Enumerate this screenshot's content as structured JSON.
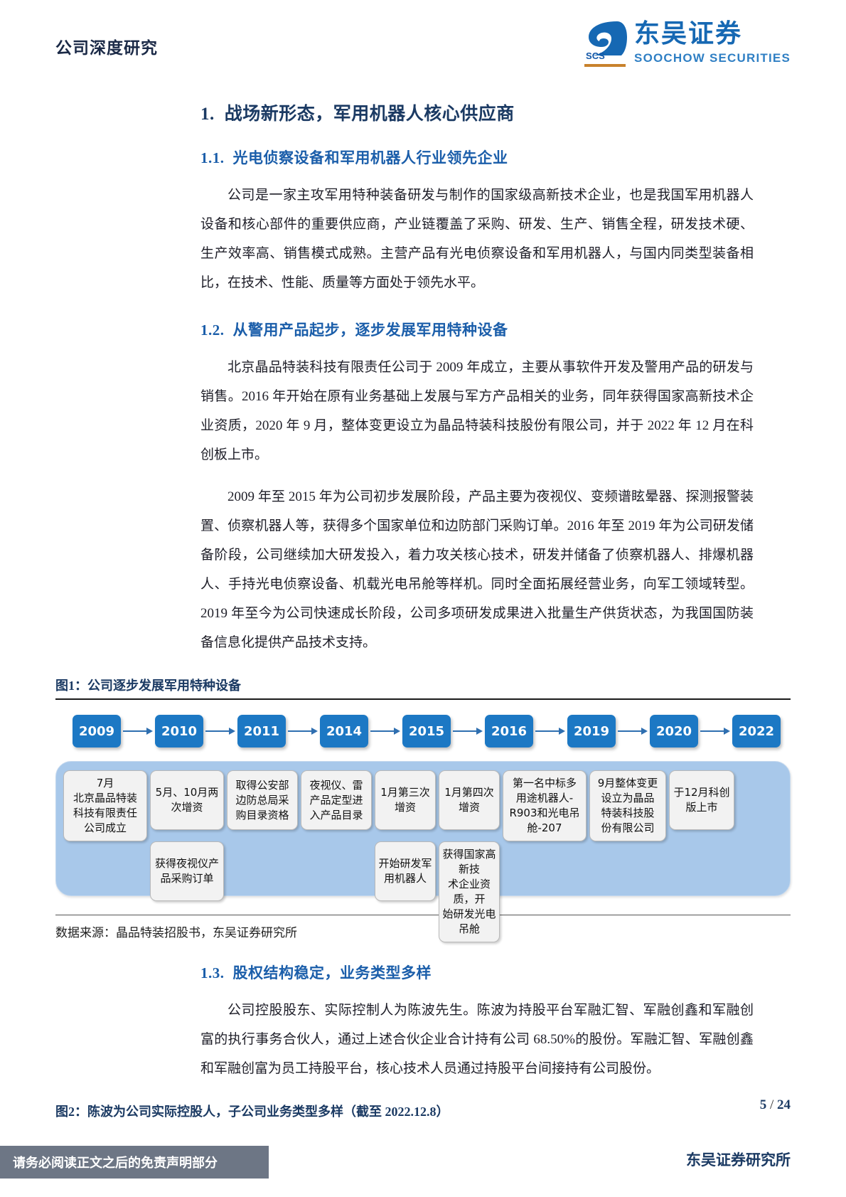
{
  "header": {
    "title": "公司深度研究",
    "logo_cn": "东吴证券",
    "logo_en": "SOOCHOW SECURITIES",
    "logo_scs": "SCS"
  },
  "sections": {
    "h1_num": "1.",
    "h1_text": "战场新形态，军用机器人核心供应商",
    "h2_1_num": "1.1.",
    "h2_1_text": "光电侦察设备和军用机器人行业领先企业",
    "h2_2_num": "1.2.",
    "h2_2_text": "从警用产品起步，逐步发展军用特种设备",
    "h2_3_num": "1.3.",
    "h2_3_text": "股权结构稳定，业务类型多样"
  },
  "paragraphs": {
    "p1": "公司是一家主攻军用特种装备研发与制作的国家级高新技术企业，也是我国军用机器人设备和核心部件的重要供应商，产业链覆盖了采购、研发、生产、销售全程，研发技术硬、生产效率高、销售模式成熟。主营产品有光电侦察设备和军用机器人，与国内同类型装备相比，在技术、性能、质量等方面处于领先水平。",
    "p2": "北京晶品特装科技有限责任公司于 2009 年成立，主要从事软件开发及警用产品的研发与销售。2016 年开始在原有业务基础上发展与军方产品相关的业务，同年获得国家高新技术企业资质，2020 年 9 月，整体变更设立为晶品特装科技股份有限公司，并于 2022 年 12 月在科创板上市。",
    "p3": "2009 年至 2015 年为公司初步发展阶段，产品主要为夜视仪、变频谱眩晕器、探测报警装置、侦察机器人等，获得多个国家单位和边防部门采购订单。2016 年至 2019 年为公司研发储备阶段，公司继续加大研发投入，着力攻关核心技术，研发并储备了侦察机器人、排爆机器人、手持光电侦察设备、机载光电吊舱等样机。同时全面拓展经营业务，向军工领域转型。2019 年至今为公司快速成长阶段，公司多项研发成果进入批量生产供货状态，为我国国防装备信息化提供产品技术支持。",
    "p4": "公司控股股东、实际控制人为陈波先生。陈波为持股平台军融汇智、军融创鑫和军融创富的执行事务合伙人，通过上述合伙企业合计持有公司 68.50%的股份。军融汇智、军融创鑫和军融创富为员工持股平台，核心技术人员通过持股平台间接持有公司股份。"
  },
  "figure1": {
    "caption": "图1：公司逐步发展军用特种设备",
    "source": "数据来源：晶品特装招股书，东吴证券研究所",
    "years": [
      "2009",
      "2010",
      "2011",
      "2014",
      "2015",
      "2016",
      "2019",
      "2020",
      "2022"
    ],
    "events_row1": [
      "7月\n北京晶品特装\n科技有限责任\n公司成立",
      "5月、10月两\n次增资",
      "取得公安部\n边防总局采\n购目录资格",
      "夜视仪、雷\n产品定型进\n入产品目录",
      "1月第三次\n增资",
      "1月第四次\n增资",
      "第一名中标多\n用途机器人-\nR903和光电吊\n舱-207",
      "9月整体变更\n设立为晶品\n特装科技股\n份有限公司",
      "于12月科创\n版上市"
    ],
    "events_row2": [
      "",
      "获得夜视仪产\n品采购订单",
      "",
      "",
      "开始研发军\n用机器人",
      "获得国家高新技\n术企业资质，开\n始研发光电吊舱",
      "",
      "",
      ""
    ]
  },
  "figure2": {
    "caption": "图2：陈波为公司实际控股人，子公司业务类型多样（截至 2022.12.8）"
  },
  "footer": {
    "disclaimer": "请务必阅读正文之后的免责声明部分",
    "brand": "东吴证券研究所",
    "page_current": "5",
    "page_sep": "/",
    "page_total": "24"
  },
  "colors": {
    "brand_blue": "#1668b3",
    "heading_blue": "#1b5eaa",
    "year_box": "#1c78c4",
    "panel_blue": "#a8c8ea",
    "footer_gray": "#6d7685"
  }
}
